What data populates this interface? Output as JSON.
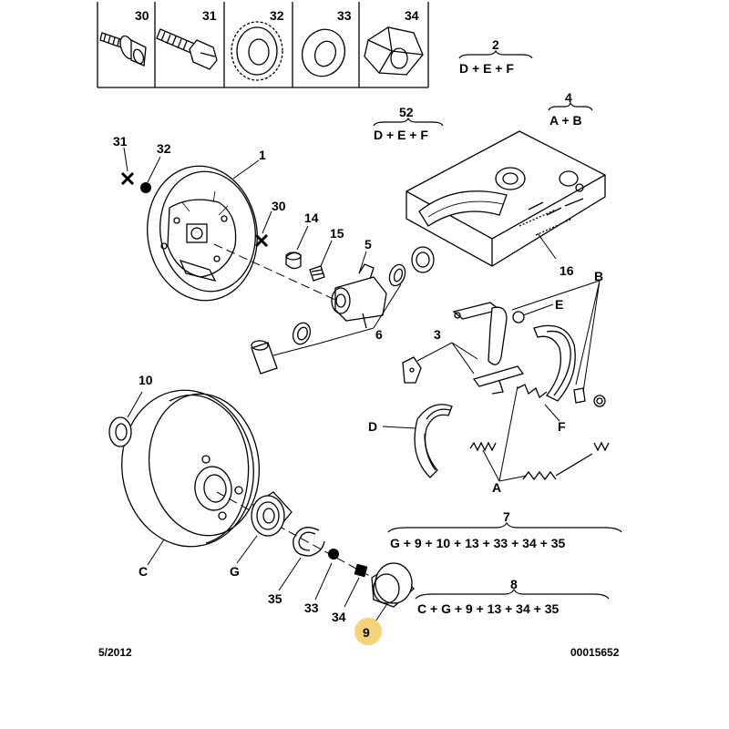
{
  "legend_cells": [
    {
      "number": "30",
      "icon": "flange-bolt-icon"
    },
    {
      "number": "31",
      "icon": "hex-bolt-icon"
    },
    {
      "number": "32",
      "icon": "serrated-washer-icon"
    },
    {
      "number": "33",
      "icon": "flat-washer-icon"
    },
    {
      "number": "34",
      "icon": "hub-nut-icon"
    }
  ],
  "kits": [
    {
      "number": "2",
      "formula": "D + E + F"
    },
    {
      "number": "4",
      "formula": "A + B"
    },
    {
      "number": "52",
      "formula": "D + E + F"
    },
    {
      "number": "7",
      "formula": "G + 9 + 10 + 13 + 33 + 34 + 35"
    },
    {
      "number": "8",
      "formula": "C + G + 9 + 13 + 34 + 35"
    }
  ],
  "callouts": {
    "c31": "31",
    "c32": "32",
    "c1": "1",
    "c30": "30",
    "c14": "14",
    "c15": "15",
    "c5": "5",
    "c6": "6",
    "c16": "16",
    "cB": "B",
    "cE": "E",
    "c3": "3",
    "cD": "D",
    "cF": "F",
    "cA": "A",
    "c10": "10",
    "cC": "C",
    "cG": "G",
    "c35": "35",
    "c33": "33",
    "c34": "34",
    "c9": "9"
  },
  "highlight": {
    "label": "9",
    "color": "#f6d27a"
  },
  "footer": {
    "date": "5/2012",
    "reference": "00015652"
  }
}
